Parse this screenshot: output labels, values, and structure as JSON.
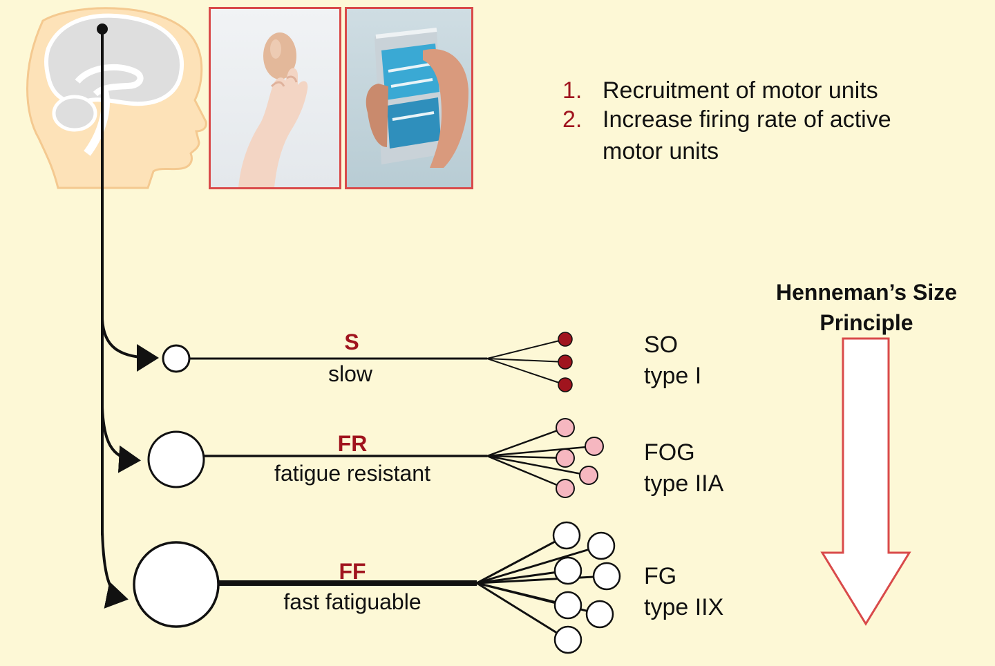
{
  "steps": {
    "items": [
      {
        "num": "1.",
        "text": "Recruitment of motor units"
      },
      {
        "num": "2.",
        "text": "Increase firing rate of active",
        "text2": "motor units"
      }
    ]
  },
  "principle": {
    "line1": "Henneman’s Size",
    "line2": "Principle"
  },
  "motor_units": [
    {
      "code": "S",
      "desc": "slow",
      "fiber": "SO",
      "type": "type I"
    },
    {
      "code": "FR",
      "desc": "fatigue resistant",
      "fiber": "FOG",
      "type": "type IIA"
    },
    {
      "code": "FF",
      "desc": "fast fatiguable",
      "fiber": "FG",
      "type": "type IIX"
    }
  ],
  "colors": {
    "background": "#fdf8d6",
    "accent_red": "#a0141e",
    "fiber_slow": "#a0141e",
    "fiber_fog": "#f6b7c0",
    "fiber_fg": "#ffffff",
    "head_fill": "#fde2b8",
    "photo_border": "#d94a4a"
  }
}
